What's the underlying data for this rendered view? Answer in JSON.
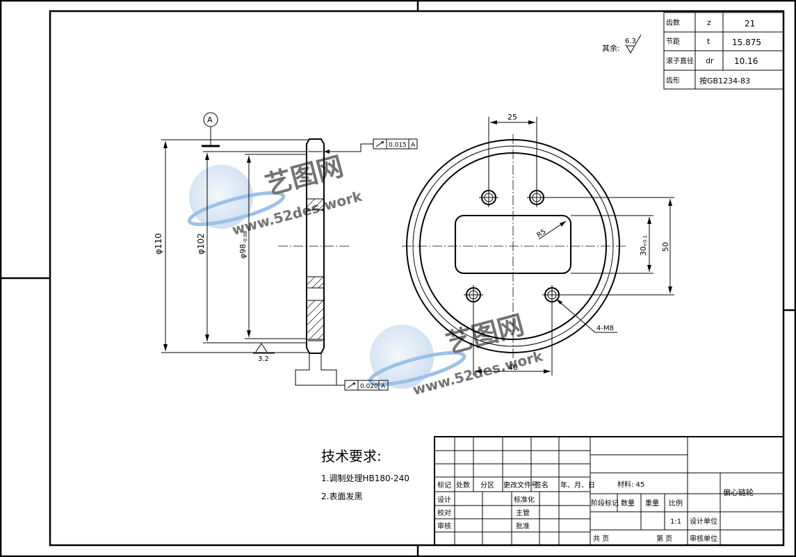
{
  "spec_table": [
    {
      "label": "齿数",
      "symbol": "z",
      "value": "21"
    },
    {
      "label": "节距",
      "symbol": "t",
      "value": "15.875"
    },
    {
      "label": "滚子直径",
      "symbol": "dr",
      "value": "10.16"
    },
    {
      "label": "齿形",
      "symbol": "",
      "value": "按GB1234-83"
    }
  ],
  "surface_finish": {
    "remaining_label": "其余:",
    "remaining_value": "6.3",
    "side_value": "3.2"
  },
  "datum": "A",
  "tolerances": [
    {
      "value": "0.015",
      "datum": "A"
    },
    {
      "value": "0.020",
      "datum": "A"
    }
  ],
  "dimensions": {
    "d110": "φ110",
    "d102": "φ102",
    "d98": "φ98",
    "d98_tol": "-0.08",
    "w25": "25",
    "r25": "R5",
    "h30": "30",
    "h30_tol": "+0.1",
    "h50": "50",
    "w40": "40",
    "holes": "4-M8"
  },
  "tech_requirements": {
    "title": "技术要求:",
    "items": [
      "1.调制处理HB180-240",
      "2.表面发黑"
    ]
  },
  "title_block": {
    "col_headers": [
      "标记",
      "处数",
      "分区",
      "更改文件号",
      "签名",
      "年、月、日"
    ],
    "row_labels": [
      "设计",
      "校对",
      "审核"
    ],
    "mid_labels": [
      "标准化",
      "主管",
      "批准"
    ],
    "material": "材料: 45",
    "stage_headers": [
      "阶段标记",
      "数量",
      "重量",
      "比例"
    ],
    "scale": "1:1",
    "part_name": "偏心链轮",
    "design_unit": "设计单位",
    "review_unit": "审核单位",
    "total_pages": "共   页",
    "page_no": "第   页"
  },
  "watermark": {
    "title": "艺图网",
    "url": "www.52des.work"
  }
}
